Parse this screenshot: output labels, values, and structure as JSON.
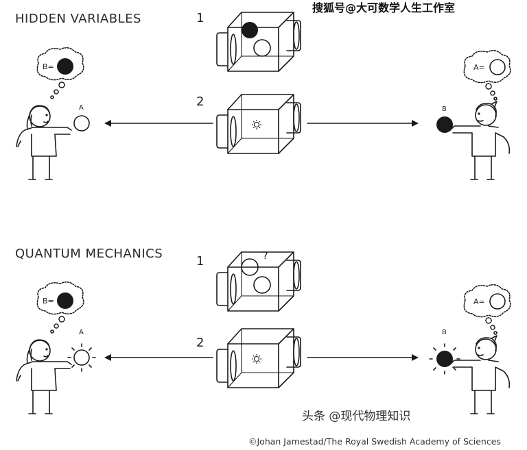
{
  "sections": [
    {
      "title": "HIDDEN VARIABLES",
      "step1": "1",
      "step2": "2",
      "ball_left_label": "A",
      "ball_right_label": "B",
      "bubble_left": "B=",
      "bubble_right": "A="
    },
    {
      "title": "QUANTUM MECHANICS",
      "step1": "1",
      "step2": "2",
      "ball_left_label": "A",
      "ball_right_label": "B",
      "bubble_left": "B=",
      "bubble_right": "A=",
      "unknown_mark": "?"
    }
  ],
  "credit": "©Johan Jamestad/The Royal Swedish Academy of Sciences",
  "watermarks": {
    "top": "搜狐号@大可数学人生工作室",
    "bottom": "头条 @现代物理知识"
  }
}
